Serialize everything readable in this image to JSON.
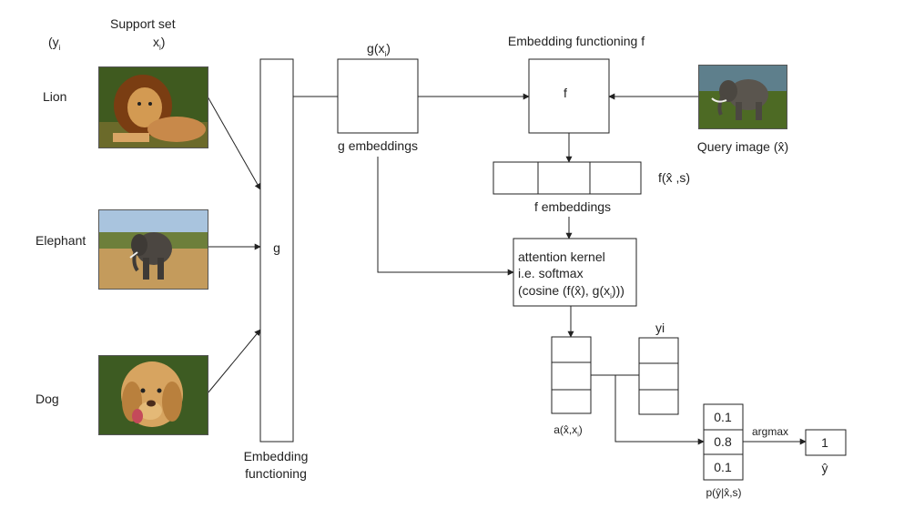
{
  "support_set": {
    "title": "Support set",
    "y_header": "(y",
    "y_header_sub": "i",
    "x_header": "x",
    "x_header_sub": "i",
    "x_header_close": ")",
    "classes": [
      {
        "label": "Lion",
        "image": "lion-photo"
      },
      {
        "label": "Elephant",
        "image": "elephant-photo"
      },
      {
        "label": "Dog",
        "image": "dog-photo"
      }
    ]
  },
  "g_network": {
    "box_label": "g",
    "caption": "Embedding\nfunctioning",
    "output_label": "g(x",
    "output_label_sub": "i",
    "output_label_close": ")",
    "embeddings_label": "g embeddings"
  },
  "f_network": {
    "title": "Embedding functioning f",
    "box_label": "f",
    "output_label": "f(x̂ ,s)",
    "embeddings_label": "f embeddings"
  },
  "query": {
    "label": "Query image (x̂)",
    "image": "elephant-query-photo"
  },
  "attention": {
    "line1": "attention kernel",
    "line2": "i.e. softmax",
    "line3": "(cosine (f(x̂), g(x",
    "line3_sub": "i",
    "line3_close": ")))"
  },
  "outputs": {
    "a_label": "a(x̂,x",
    "a_label_sub": "i",
    "a_label_close": ")",
    "yi_label": "yi",
    "prob_values": [
      "0.1",
      "0.8",
      "0.1"
    ],
    "prob_label": "p(ŷ|x̂,s)",
    "argmax_label": "argmax",
    "result_value": "1",
    "result_label": "ŷ"
  },
  "colors": {
    "line": "#222222",
    "box_border": "#333333"
  }
}
